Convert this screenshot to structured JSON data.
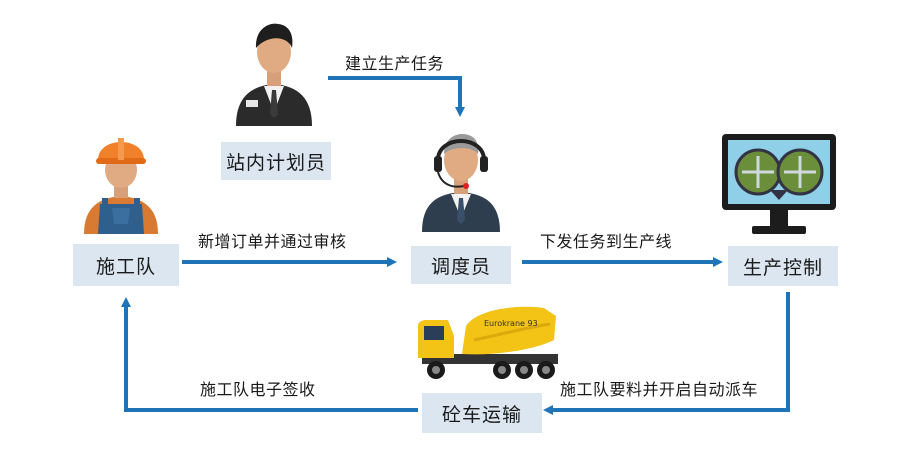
{
  "nodes": {
    "planner": "站内计划员",
    "construction_team": "施工队",
    "dispatcher": "调度员",
    "production_control": "生产控制",
    "mixer_transport": "砼车运输"
  },
  "edges": {
    "create_task": "建立生产任务",
    "new_order": "新增订单并通过审核",
    "issue_task": "下发任务到生产线",
    "request_dispatch": "施工队要料并开启自动派车",
    "sign_receipt": "施工队电子签收"
  },
  "truck_text": "Eurokrane 93",
  "colors": {
    "arrow": "#1f73b7",
    "box": "#dbe6f1"
  }
}
